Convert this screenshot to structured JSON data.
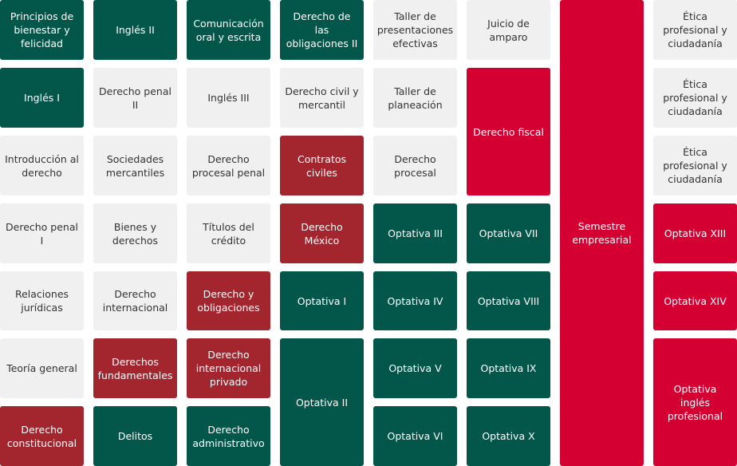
{
  "colors": {
    "gray": "#f0f0f0",
    "green": "#02574a",
    "maroon": "#a3262f",
    "red": "#d50032"
  },
  "courses": {
    "c0r0": "Principios de bienestar y felicidad",
    "c0r1": "Inglés I",
    "c0r2": "Introducción al derecho",
    "c0r3": "Derecho penal I",
    "c0r4": "Relaciones jurídicas",
    "c0r5": "Teoría general",
    "c0r6": "Derecho constitucional",
    "c1r0": "Inglés II",
    "c1r1": "Derecho penal II",
    "c1r2": "Sociedades mercantiles",
    "c1r3": "Bienes y derechos",
    "c1r4": "Derecho internacional",
    "c1r5": "Derechos fundamentales",
    "c1r6": "Delitos",
    "c2r0": "Comunicación oral y escrita",
    "c2r1": "Inglés III",
    "c2r2": "Derecho procesal penal",
    "c2r3": "Títulos del crédito",
    "c2r4": "Derecho y obligaciones",
    "c2r5": "Derecho internacional privado",
    "c2r6": "Derecho administrativo",
    "c3r0": "Derecho de las obligaciones II",
    "c3r1": "Derecho civil y mercantil",
    "c3r2": "Contratos civiles",
    "c3r3": "Derecho México",
    "c3r4": "Optativa I",
    "c3r5": "Optativa II",
    "c4r0": "Taller de presentaciones efectivas",
    "c4r1": "Taller de planeación",
    "c4r2": "Derecho procesal",
    "c4r3": "Optativa III",
    "c4r4": "Optativa IV",
    "c4r5": "Optativa V",
    "c4r6": "Optativa VI",
    "c5r0": "Juicio de amparo",
    "c5r1": "Derecho fiscal",
    "c5r3": "Optativa VII",
    "c5r4": "Optativa VIII",
    "c5r5": "Optativa IX",
    "c5r6": "Optativa X",
    "c6r0": "Semestre empresarial",
    "c7r0": "Ética profesional y ciudadanía",
    "c7r1": "Ética profesional y ciudadanía",
    "c7r2": "Ética profesional y ciudadanía",
    "c7r3": "Optativa XIII",
    "c7r4": "Optativa XIV",
    "c7r5": "Optativa inglés profesional"
  }
}
